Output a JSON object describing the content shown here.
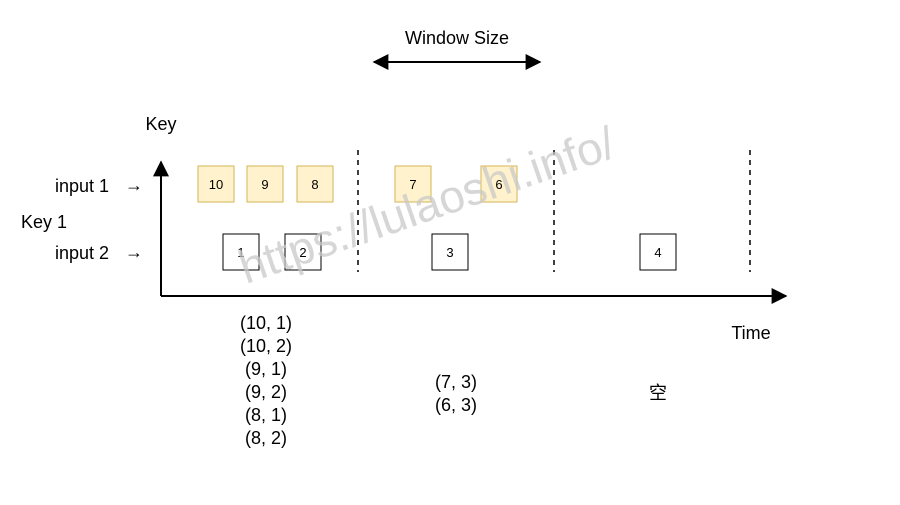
{
  "window_size_label": "Window Size",
  "axes": {
    "y_label": "Key",
    "x_label": "Time"
  },
  "key_label": "Key 1",
  "inputs": [
    {
      "label": "input 1",
      "arrow": "→"
    },
    {
      "label": "input 2",
      "arrow": "→"
    }
  ],
  "input1_elements": [
    "10",
    "9",
    "8",
    "7",
    "6"
  ],
  "input2_elements": [
    "1",
    "2",
    "3",
    "4"
  ],
  "results": {
    "window1": [
      "(10, 1)",
      "(10, 2)",
      "(9, 1)",
      "(9, 2)",
      "(8, 1)",
      "(8, 2)"
    ],
    "window2": [
      "(7, 3)",
      "(6, 3)"
    ],
    "window3": [
      "空"
    ]
  },
  "watermark": "https://lulaoshi.info/",
  "colors": {
    "input1_fill": "#fff2cc",
    "input1_stroke": "#d6b656",
    "input2_fill": "#ffffff",
    "input2_stroke": "#000000",
    "watermark": "#c8c8c8"
  }
}
